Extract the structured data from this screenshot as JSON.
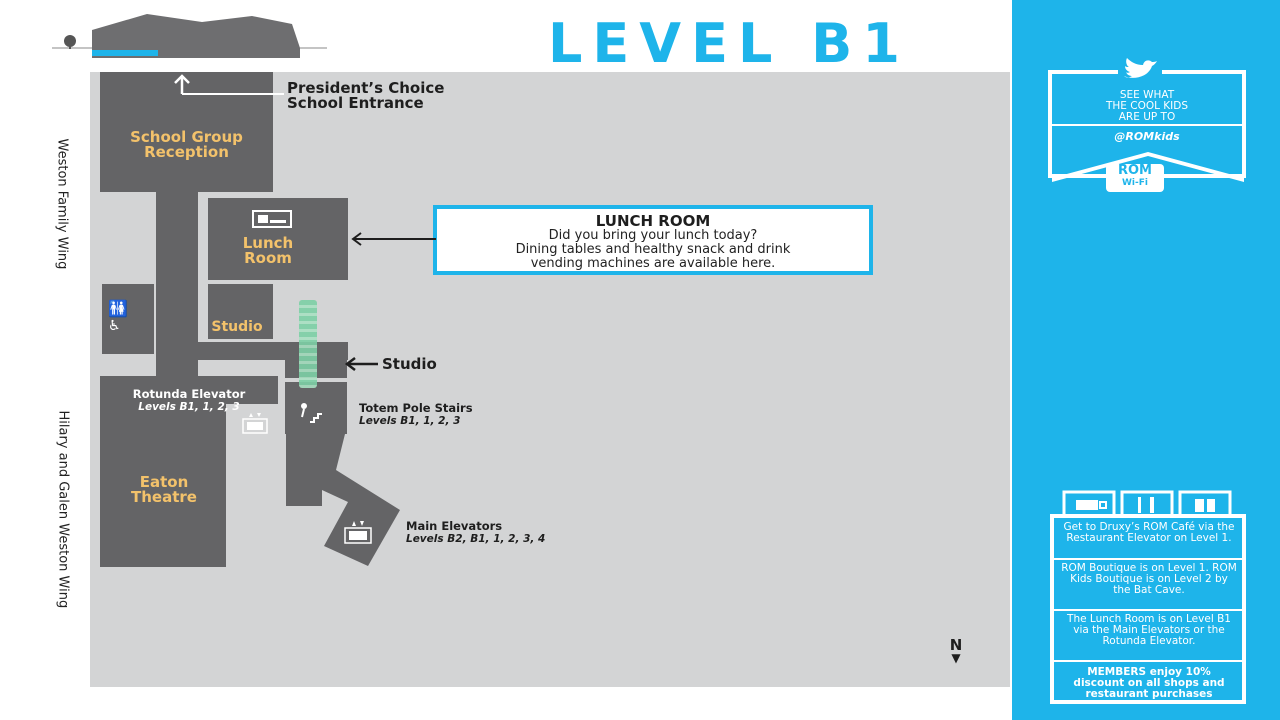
{
  "level_title": "LEVEL B1",
  "side_labels": {
    "top": "Weston Family Wing",
    "bottom": "Hilary and Galen Weston Wing"
  },
  "rooms": {
    "school_group_reception": "School Group Reception",
    "lunch_room": "Lunch Room",
    "studio": "Studio",
    "eaton_theatre": "Eaton Theatre"
  },
  "callouts": {
    "entrance": {
      "line1": "President’s Choice",
      "line2": "School Entrance"
    },
    "lunch_room_box": {
      "title": "LUNCH ROOM",
      "line1": "Did you bring your lunch today?",
      "line2": "Dining tables and healthy snack and drink",
      "line3": "vending machines are available here."
    },
    "studio": "Studio",
    "rotunda_elevator": {
      "name": "Rotunda Elevator",
      "levels": "Levels B1, 1, 2, 3"
    },
    "totem_pole_stairs": {
      "name": "Totem Pole Stairs",
      "levels": "Levels B1, 1, 2, 3"
    },
    "main_elevators": {
      "name": "Main Elevators",
      "levels": "Levels B2, B1, 1, 2, 3, 4"
    }
  },
  "compass": "N",
  "right_panel": {
    "twitter": {
      "line1": "SEE WHAT",
      "line2": "THE COOL KIDS",
      "line3": "ARE UP TO",
      "handle": "@ROMkids"
    },
    "wifi_logo": {
      "line1": "ROM",
      "line2": "Wi-Fi"
    },
    "notes": [
      "Get to Druxy’s ROM Café via the Restaurant Elevator on Level 1.",
      "ROM Boutique is on Level 1. ROM Kids Boutique is on Level 2 by the Bat Cave.",
      "The Lunch Room is on Level B1 via the Main Elevators or the Rotunda Elevator."
    ],
    "members": {
      "bold": "MEMBERS",
      "text": " enjoy 10% discount on all shops and restaurant purchases"
    }
  },
  "colors": {
    "accent": "#1eb4ea",
    "room": "#646466",
    "room_label": "#f3c26b",
    "map_bg": "#d3d4d5"
  }
}
